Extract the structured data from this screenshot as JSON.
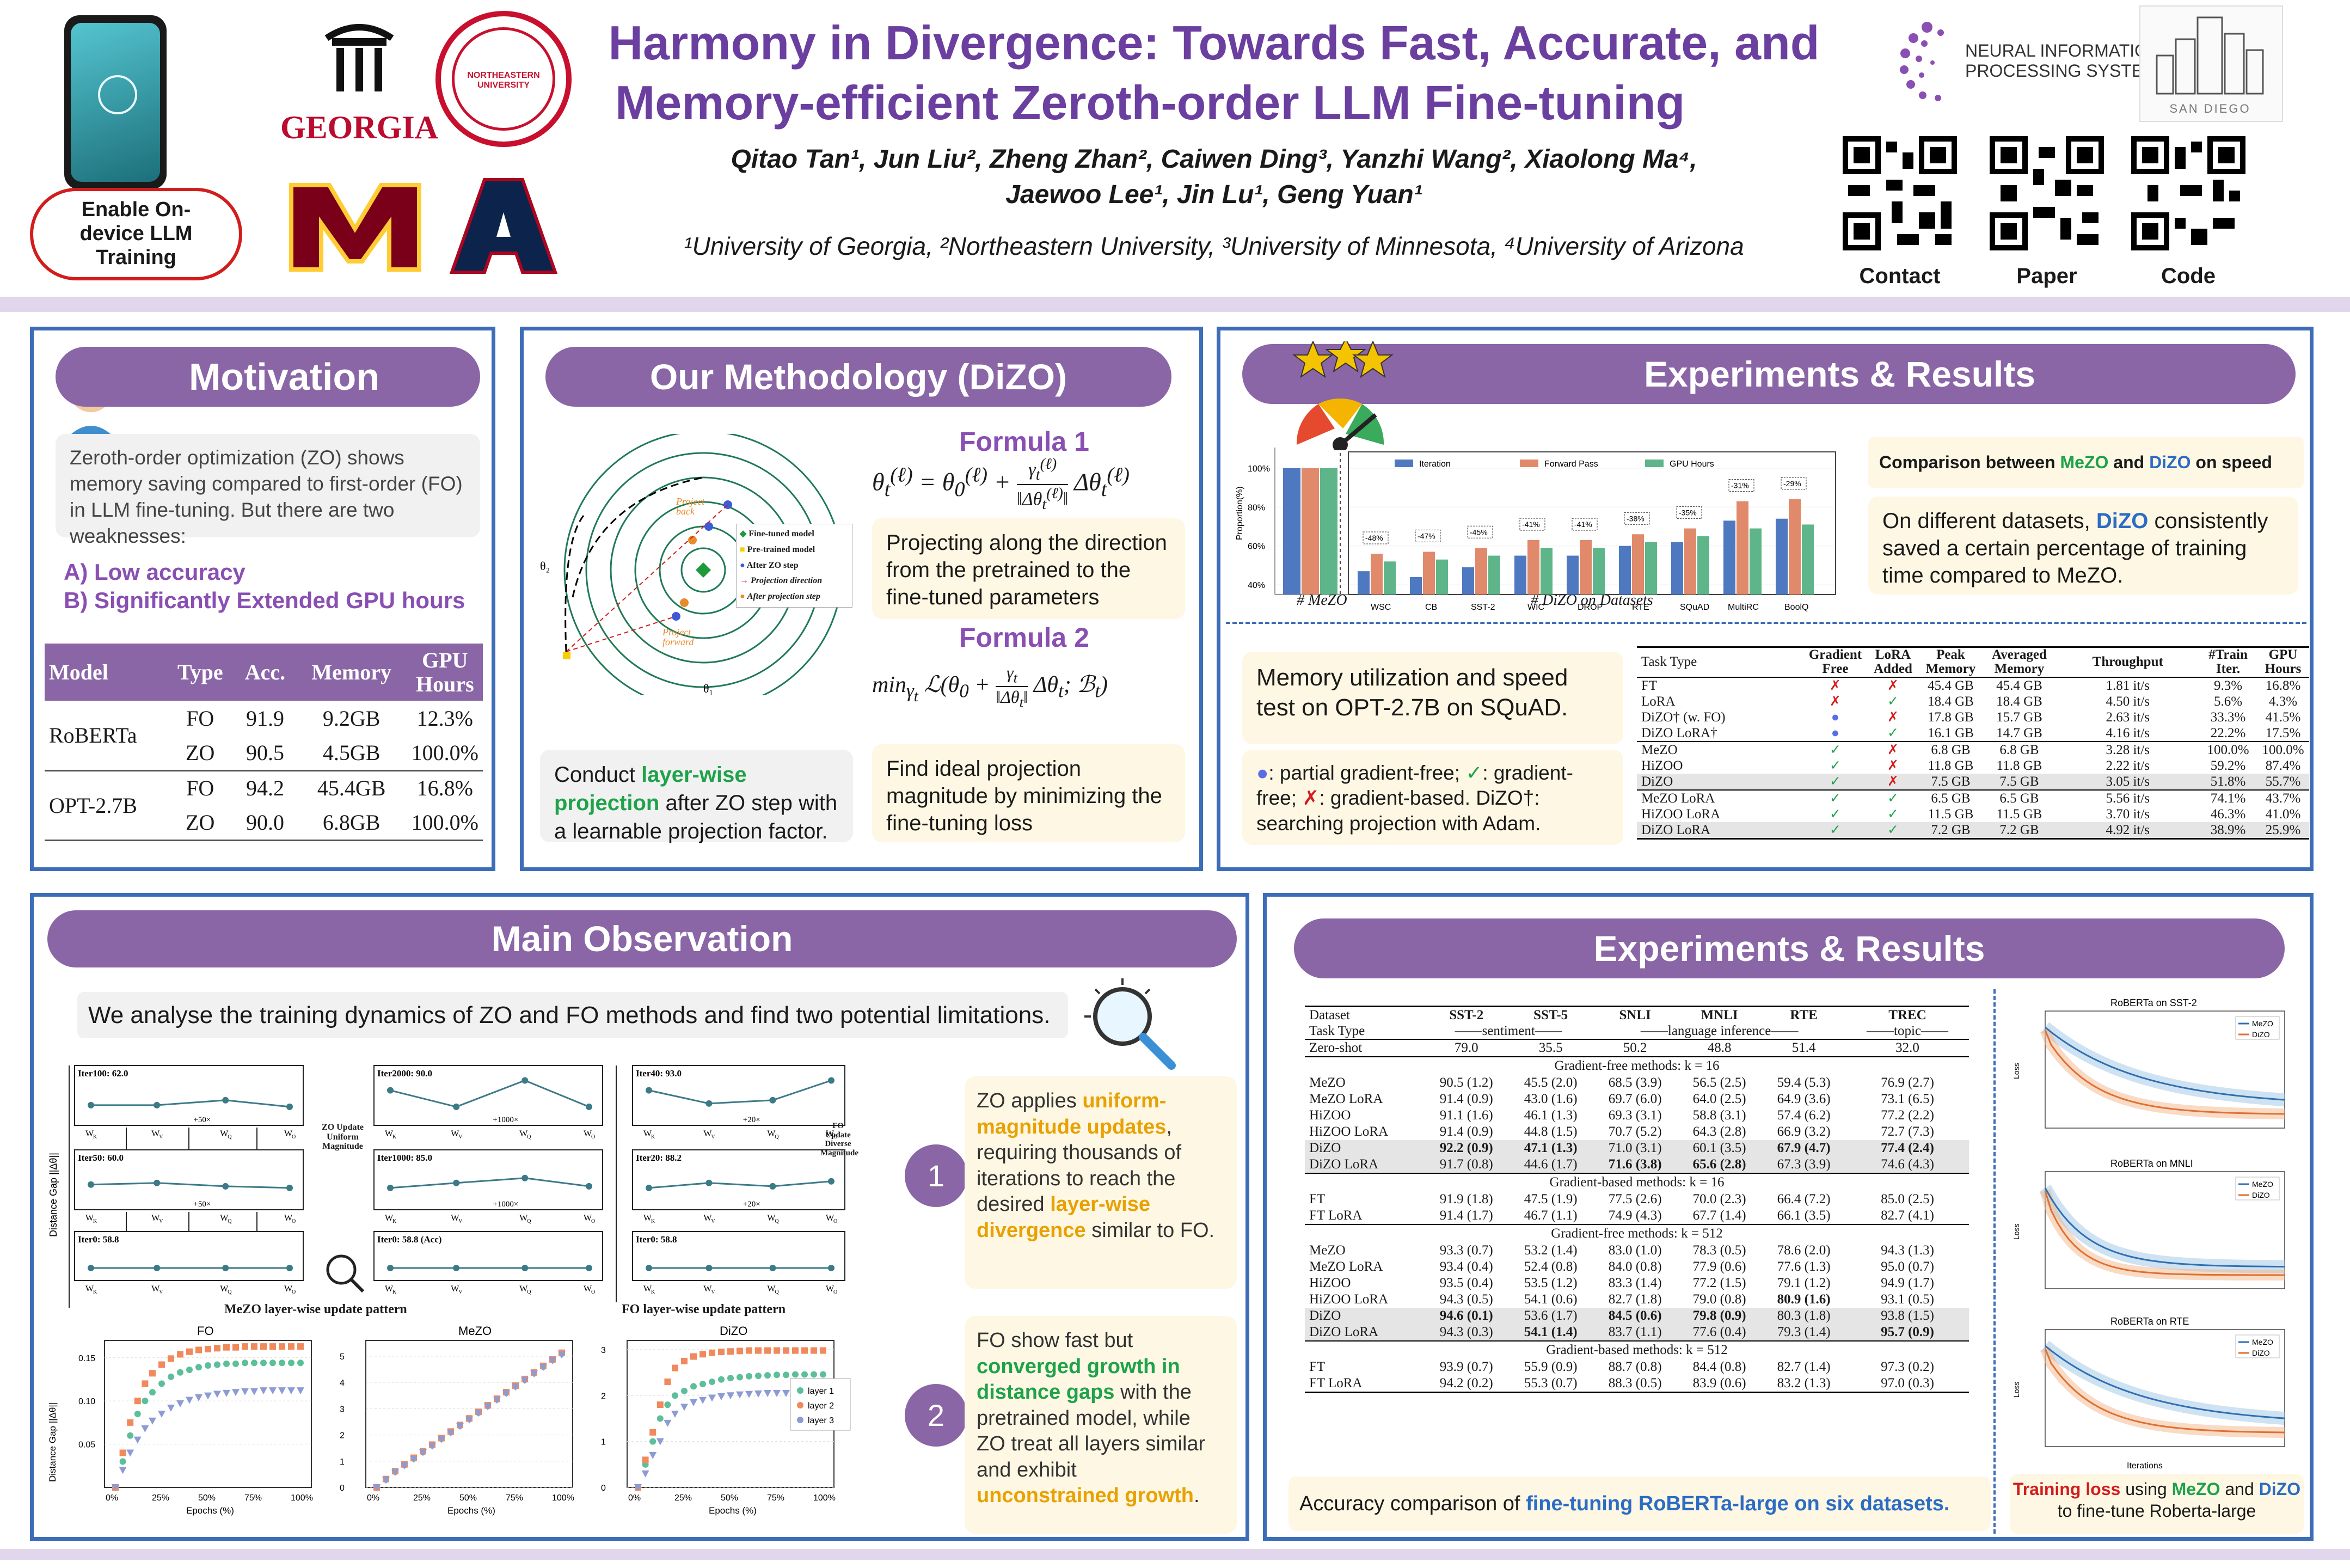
{
  "header": {
    "title_line1": "Harmony in Divergence: Towards Fast, Accurate, and",
    "title_line2": "Memory-efficient Zeroth-order LLM Fine-tuning",
    "authors_line1": "Qitao Tan¹, Jun Liu², Zheng Zhan², Caiwen Ding³, Yanzhi Wang², Xiaolong Ma⁴,",
    "authors_line2": "Jaewoo Lee¹, Jin Lu¹, Geng Yuan¹",
    "affiliations": "¹University of Georgia, ²Northeastern University, ³University of Minnesota, ⁴University of Arizona",
    "badge": "Enable On-device LLM Training",
    "georgia": "GEORGIA",
    "neu_ring": "NORTHEASTERN UNIVERSITY",
    "neurips_line1": "NEURAL INFORMATION",
    "neurips_line2": "PROCESSING SYSTEMS",
    "sandiego": "SAN DIEGO",
    "qr_labels": [
      "Contact",
      "Paper",
      "Code"
    ]
  },
  "motivation": {
    "title": "Motivation",
    "intro": "Zeroth-order optimization (ZO) shows memory saving compared to first-order (FO) in LLM fine-tuning. But there are two weaknesses:",
    "weak_a": "A)  Low accuracy",
    "weak_b": "B)  Significantly Extended GPU hours",
    "table_headers": [
      "Model",
      "Type",
      "Acc.",
      "Memory",
      "GPU Hours"
    ],
    "rows": [
      {
        "model": "RoBERTa",
        "type": "FO",
        "acc": "91.9",
        "memory": "9.2GB",
        "gpu": "12.3%"
      },
      {
        "model": "",
        "type": "ZO",
        "acc": "90.5",
        "memory": "4.5GB",
        "gpu": "100.0%"
      },
      {
        "model": "OPT-2.7B",
        "type": "FO",
        "acc": "94.2",
        "memory": "45.4GB",
        "gpu": "16.8%"
      },
      {
        "model": "",
        "type": "ZO",
        "acc": "90.0",
        "memory": "6.8GB",
        "gpu": "100.0%"
      }
    ]
  },
  "methodology": {
    "title": "Our Methodology (DiZO)",
    "formula1_title": "Formula 1",
    "formula1_desc": "Projecting along the direction from the pretrained to the fine-tuned parameters",
    "formula2_title": "Formula 2",
    "formula2_desc": "Find ideal projection magnitude by minimizing the fine-tuning loss",
    "layerwise": "Conduct layer-wise projection after ZO step with a learnable projection factor.",
    "legend": [
      "Fine-tuned model",
      "Pre-trained model",
      "After ZO step",
      "Projection direction",
      "After projection step"
    ],
    "project_back": "Project back",
    "project_forward": "Project forward",
    "axis_x": "θ₁",
    "axis_y": "θ₂"
  },
  "exp_top": {
    "title": "Experiments & Results",
    "speed_title": "Comparison between MeZO and DiZO on speed",
    "speed_desc": "On different datasets, DiZO consistently saved a certain percentage of training time compared to MeZO.",
    "memory_desc": "Memory utilization and speed test on OPT-2.7B on SQuAD.",
    "legend_desc": "●: partial gradient-free; ✓: gradient-free; ✗: gradient-based. DiZO†: searching projection with Adam.",
    "mezo_label": "# MeZO",
    "dizo_label": "# DiZO on Datasets",
    "chart_legend": [
      "Iteration",
      "Forward Pass",
      "GPU Hours"
    ],
    "mem_headers": [
      "Task Type",
      "Gradient Free",
      "LoRA Added",
      "Peak Memory",
      "Averaged Memory",
      "Throughput",
      "#Train Iter.",
      "GPU Hours"
    ],
    "mem_rows": [
      [
        "FT",
        "✗",
        "✗",
        "45.4 GB",
        "45.4 GB",
        "1.81 it/s",
        "9.3%",
        "16.8%"
      ],
      [
        "LoRA",
        "✗",
        "✓",
        "18.4 GB",
        "18.4 GB",
        "4.50 it/s",
        "5.6%",
        "4.3%"
      ],
      [
        "DiZO† (w. FO)",
        "●",
        "✗",
        "17.8 GB",
        "15.7 GB",
        "2.63 it/s",
        "33.3%",
        "41.5%"
      ],
      [
        "DiZO LoRA†",
        "●",
        "✓",
        "16.1 GB",
        "14.7 GB",
        "4.16 it/s",
        "22.2%",
        "17.5%"
      ],
      [
        "MeZO",
        "✓",
        "✗",
        "6.8 GB",
        "6.8 GB",
        "3.28 it/s",
        "100.0%",
        "100.0%"
      ],
      [
        "HiZOO",
        "✓",
        "✗",
        "11.8 GB",
        "11.8 GB",
        "2.22 it/s",
        "59.2%",
        "87.4%"
      ],
      [
        "DiZO",
        "✓",
        "✗",
        "7.5 GB",
        "7.5 GB",
        "3.05 it/s",
        "51.8%",
        "55.7%"
      ],
      [
        "MeZO LoRA",
        "✓",
        "✓",
        "6.5 GB",
        "6.5 GB",
        "5.56 it/s",
        "74.1%",
        "43.7%"
      ],
      [
        "HiZOO LoRA",
        "✓",
        "✓",
        "11.5 GB",
        "11.5 GB",
        "3.70 it/s",
        "46.3%",
        "41.0%"
      ],
      [
        "DiZO LoRA",
        "✓",
        "✓",
        "7.2 GB",
        "7.2 GB",
        "4.92 it/s",
        "38.9%",
        "25.9%"
      ]
    ]
  },
  "main_obs": {
    "title": "Main Observation",
    "intro": "We analyse the training dynamics of ZO and FO methods and find two potential limitations.",
    "point1": "ZO applies uniform-magnitude updates, requiring thousands of iterations to reach the desired layer-wise divergence similar to FO.",
    "point2": "FO show fast but converged growth in distance gaps with the pretrained model, while ZO treat all layers similar and exhibit unconstrained growth.",
    "mezo_panel_labels": [
      "Iter100: 62.0",
      "Iter50: 60.0",
      "Iter0: 58.8"
    ],
    "zo_panel_labels": [
      "Iter2000: 90.0",
      "Iter1000: 85.0",
      "Iter0: 58.8 (Acc)"
    ],
    "fo_panel_labels": [
      "Iter40: 93.0",
      "Iter20: 88.2",
      "Iter0: 58.8"
    ],
    "zo_caption": "MeZO layer-wise update pattern",
    "fo_caption": "FO layer-wise update pattern",
    "zo_mid": "ZO Update Uniform Magnitude",
    "fo_mid": "FO Update Diverse Magnitude",
    "ylabel": "Distance Gap ||Δθ||",
    "chart_titles": [
      "FO",
      "MeZO",
      "DiZO"
    ],
    "xlabel": "Epochs (%)",
    "layers": [
      "layer 1",
      "layer 2",
      "layer 3"
    ]
  },
  "exp_bottom": {
    "title": "Experiments & Results",
    "caption": "Accuracy comparison of fine-tuning RoBERTa-large on six datasets.",
    "loss_caption": "Training loss using MeZO and DiZO to fine-tune Roberta-large",
    "datasets": [
      "SST-2",
      "SST-5",
      "SNLI",
      "MNLI",
      "RTE",
      "TREC"
    ],
    "task_types": [
      "sentiment",
      "language inference",
      "topic"
    ],
    "zero_shot": [
      "79.0",
      "35.5",
      "50.2",
      "48.8",
      "51.4",
      "32.0"
    ],
    "k16_free": [
      [
        "MeZO",
        "90.5 (1.2)",
        "45.5 (2.0)",
        "68.5 (3.9)",
        "56.5 (2.5)",
        "59.4 (5.3)",
        "76.9 (2.7)"
      ],
      [
        "MeZO LoRA",
        "91.4 (0.9)",
        "43.0 (1.6)",
        "69.7 (6.0)",
        "64.0 (2.5)",
        "64.9 (3.6)",
        "73.1 (6.5)"
      ],
      [
        "HiZOO",
        "91.1 (1.6)",
        "46.1 (1.3)",
        "69.3 (3.1)",
        "58.8 (3.1)",
        "57.4 (6.2)",
        "77.2 (2.2)"
      ],
      [
        "HiZOO LoRA",
        "91.4 (0.9)",
        "44.8 (1.5)",
        "70.7 (5.2)",
        "64.3 (2.8)",
        "66.9 (3.2)",
        "72.7 (7.3)"
      ],
      [
        "DiZO",
        "92.2 (0.9)",
        "47.1 (1.3)",
        "71.0 (3.1)",
        "60.1 (3.5)",
        "67.9 (4.7)",
        "77.4 (2.4)"
      ],
      [
        "DiZO LoRA",
        "91.7 (0.8)",
        "44.6 (1.7)",
        "71.6 (3.8)",
        "65.6 (2.8)",
        "67.3 (3.9)",
        "74.6 (4.3)"
      ]
    ],
    "k16_based": [
      [
        "FT",
        "91.9 (1.8)",
        "47.5 (1.9)",
        "77.5 (2.6)",
        "70.0 (2.3)",
        "66.4 (7.2)",
        "85.0 (2.5)"
      ],
      [
        "FT LoRA",
        "91.4 (1.7)",
        "46.7 (1.1)",
        "74.9 (4.3)",
        "67.7 (1.4)",
        "66.1 (3.5)",
        "82.7 (4.1)"
      ]
    ],
    "k512_free": [
      [
        "MeZO",
        "93.3 (0.7)",
        "53.2 (1.4)",
        "83.0 (1.0)",
        "78.3 (0.5)",
        "78.6 (2.0)",
        "94.3 (1.3)"
      ],
      [
        "MeZO LoRA",
        "93.4 (0.4)",
        "52.4 (0.8)",
        "84.0 (0.8)",
        "77.9 (0.6)",
        "77.6 (1.3)",
        "95.0 (0.7)"
      ],
      [
        "HiZOO",
        "93.5 (0.4)",
        "53.5 (1.2)",
        "83.3 (1.4)",
        "77.2 (1.5)",
        "79.1 (1.2)",
        "94.9 (1.7)"
      ],
      [
        "HiZOO LoRA",
        "94.3 (0.5)",
        "54.1 (0.6)",
        "82.7 (1.8)",
        "79.0 (0.8)",
        "80.9 (1.6)",
        "93.1 (0.5)"
      ],
      [
        "DiZO",
        "94.6 (0.1)",
        "53.6 (1.7)",
        "84.5 (0.6)",
        "79.8 (0.9)",
        "80.3 (1.8)",
        "93.8 (1.5)"
      ],
      [
        "DiZO LoRA",
        "94.3 (0.3)",
        "54.1 (1.4)",
        "83.7 (1.1)",
        "77.6 (0.4)",
        "79.3 (1.4)",
        "95.7 (0.9)"
      ]
    ],
    "k512_based": [
      [
        "FT",
        "93.9 (0.7)",
        "55.9 (0.9)",
        "88.7 (0.8)",
        "84.4 (0.8)",
        "82.7 (1.4)",
        "97.3 (0.2)"
      ],
      [
        "FT LoRA",
        "94.2 (0.2)",
        "55.3 (0.7)",
        "88.3 (0.5)",
        "83.9 (0.6)",
        "83.2 (1.3)",
        "97.0 (0.3)"
      ]
    ],
    "section_free16": "Gradient-free methods: k = 16",
    "section_based16": "Gradient-based methods: k = 16",
    "section_free512": "Gradient-free methods: k = 512",
    "section_based512": "Gradient-based methods: k = 512",
    "loss_titles": [
      "RoBERTa on SST-2",
      "RoBERTa on MNLI",
      "RoBERTa on RTE"
    ],
    "loss_xlabel": "Iterations"
  },
  "chart_data": [
    {
      "type": "bar",
      "title": "",
      "categories": [
        "WSC",
        "CB",
        "SST-2",
        "WIC",
        "DROP",
        "RTE",
        "SQuAD",
        "MultiRC",
        "BoolQ"
      ],
      "series": [
        {
          "name": "Iteration",
          "values": [
            47,
            44,
            49,
            55,
            55,
            60,
            62,
            73,
            74
          ],
          "color": "#4e79c0"
        },
        {
          "name": "Forward Pass",
          "values": [
            56,
            57,
            59,
            63,
            63,
            66,
            69,
            83,
            84
          ],
          "color": "#e08a6b"
        },
        {
          "name": "GPU Hours",
          "values": [
            52,
            53,
            55,
            59,
            59,
            62,
            65,
            69,
            71
          ],
          "color": "#5fb58a"
        }
      ],
      "reduction_labels": [
        "-48%",
        "-47%",
        "-45%",
        "-41%",
        "-41%",
        "-38%",
        "-35%",
        "-31%",
        "-29%"
      ],
      "mezo": [
        100,
        100,
        100
      ],
      "ylabel": "Proportion(%)",
      "yticks": [
        "40%",
        "60%",
        "80%",
        "100%"
      ],
      "ylim": [
        35,
        105
      ]
    },
    {
      "type": "scatter",
      "title": "FO",
      "x": [
        0,
        4,
        8,
        12,
        16,
        20,
        25,
        30,
        35,
        40,
        45,
        50,
        55,
        60,
        65,
        70,
        75,
        80,
        85,
        90,
        95,
        100
      ],
      "series": [
        {
          "name": "layer 1",
          "values": [
            0.0,
            0.03,
            0.06,
            0.085,
            0.1,
            0.11,
            0.12,
            0.128,
            0.133,
            0.136,
            0.139,
            0.141,
            0.142,
            0.143,
            0.143,
            0.144,
            0.144,
            0.144,
            0.144,
            0.144,
            0.144,
            0.144
          ]
        },
        {
          "name": "layer 2",
          "values": [
            0.0,
            0.04,
            0.075,
            0.1,
            0.12,
            0.132,
            0.142,
            0.149,
            0.154,
            0.157,
            0.159,
            0.16,
            0.161,
            0.162,
            0.162,
            0.163,
            0.163,
            0.163,
            0.163,
            0.163,
            0.163,
            0.163
          ]
        },
        {
          "name": "layer 3",
          "values": [
            0.0,
            0.02,
            0.04,
            0.055,
            0.068,
            0.077,
            0.085,
            0.092,
            0.097,
            0.101,
            0.104,
            0.106,
            0.108,
            0.109,
            0.11,
            0.111,
            0.111,
            0.112,
            0.112,
            0.112,
            0.112,
            0.112
          ]
        }
      ],
      "ylim": [
        0,
        0.17
      ],
      "yticks": [
        "0.05",
        "0.10",
        "0.15"
      ],
      "xticks": [
        "0%",
        "25%",
        "50%",
        "75%",
        "100%"
      ]
    },
    {
      "type": "scatter",
      "title": "MeZO",
      "x": [
        0,
        5,
        10,
        15,
        20,
        25,
        30,
        35,
        40,
        45,
        50,
        55,
        60,
        65,
        70,
        75,
        80,
        85,
        90,
        95,
        100
      ],
      "series": [
        {
          "name": "layer 1",
          "values": [
            0.0,
            0.3,
            0.6,
            0.85,
            1.1,
            1.35,
            1.6,
            1.85,
            2.1,
            2.35,
            2.6,
            2.85,
            3.1,
            3.35,
            3.6,
            3.85,
            4.1,
            4.35,
            4.6,
            4.85,
            5.1
          ]
        },
        {
          "name": "layer 2",
          "values": [
            0.0,
            0.32,
            0.62,
            0.88,
            1.13,
            1.38,
            1.63,
            1.88,
            2.13,
            2.38,
            2.63,
            2.88,
            3.13,
            3.38,
            3.63,
            3.88,
            4.13,
            4.38,
            4.63,
            4.88,
            5.13
          ]
        },
        {
          "name": "layer 3",
          "values": [
            0.0,
            0.28,
            0.58,
            0.83,
            1.08,
            1.33,
            1.58,
            1.83,
            2.08,
            2.33,
            2.58,
            2.83,
            3.08,
            3.33,
            3.58,
            3.83,
            4.08,
            4.33,
            4.58,
            4.83,
            5.05
          ]
        }
      ],
      "ylim": [
        0,
        5.6
      ],
      "yticks": [
        "0",
        "1",
        "2",
        "3",
        "4",
        "5"
      ],
      "xticks": [
        "0%",
        "25%",
        "50%",
        "75%",
        "100%"
      ]
    },
    {
      "type": "scatter",
      "title": "DiZO",
      "x": [
        0,
        4,
        8,
        12,
        16,
        20,
        25,
        30,
        35,
        40,
        45,
        50,
        55,
        60,
        65,
        70,
        75,
        80,
        85,
        90,
        95,
        100
      ],
      "series": [
        {
          "name": "layer 1",
          "values": [
            0.0,
            0.5,
            1.0,
            1.5,
            1.8,
            2.0,
            2.1,
            2.2,
            2.25,
            2.3,
            2.35,
            2.38,
            2.4,
            2.42,
            2.43,
            2.44,
            2.45,
            2.45,
            2.46,
            2.46,
            2.46,
            2.46
          ]
        },
        {
          "name": "layer 2",
          "values": [
            0.0,
            0.6,
            1.2,
            1.8,
            2.3,
            2.6,
            2.75,
            2.85,
            2.9,
            2.93,
            2.95,
            2.96,
            2.97,
            2.98,
            2.98,
            2.98,
            2.98,
            2.98,
            2.98,
            2.98,
            2.98,
            2.98
          ]
        },
        {
          "name": "layer 3",
          "values": [
            0.0,
            0.3,
            0.7,
            1.0,
            1.4,
            1.6,
            1.75,
            1.85,
            1.9,
            1.95,
            1.98,
            2.0,
            2.02,
            2.03,
            2.04,
            2.05,
            2.05,
            2.05,
            2.05,
            2.05,
            2.05,
            2.05
          ]
        }
      ],
      "ylim": [
        0,
        3.2
      ],
      "yticks": [
        "0",
        "1",
        "2",
        "3"
      ],
      "xticks": [
        "0%",
        "25%",
        "50%",
        "75%",
        "100%"
      ]
    }
  ],
  "colors": {
    "accent": "#8a66a6",
    "border": "#3d6db8",
    "band": "#e2d6ec",
    "title": "#6b3fa0",
    "layer1": "#5cbf9a",
    "layer2": "#f08a5d",
    "layer3": "#8c9bd6"
  }
}
